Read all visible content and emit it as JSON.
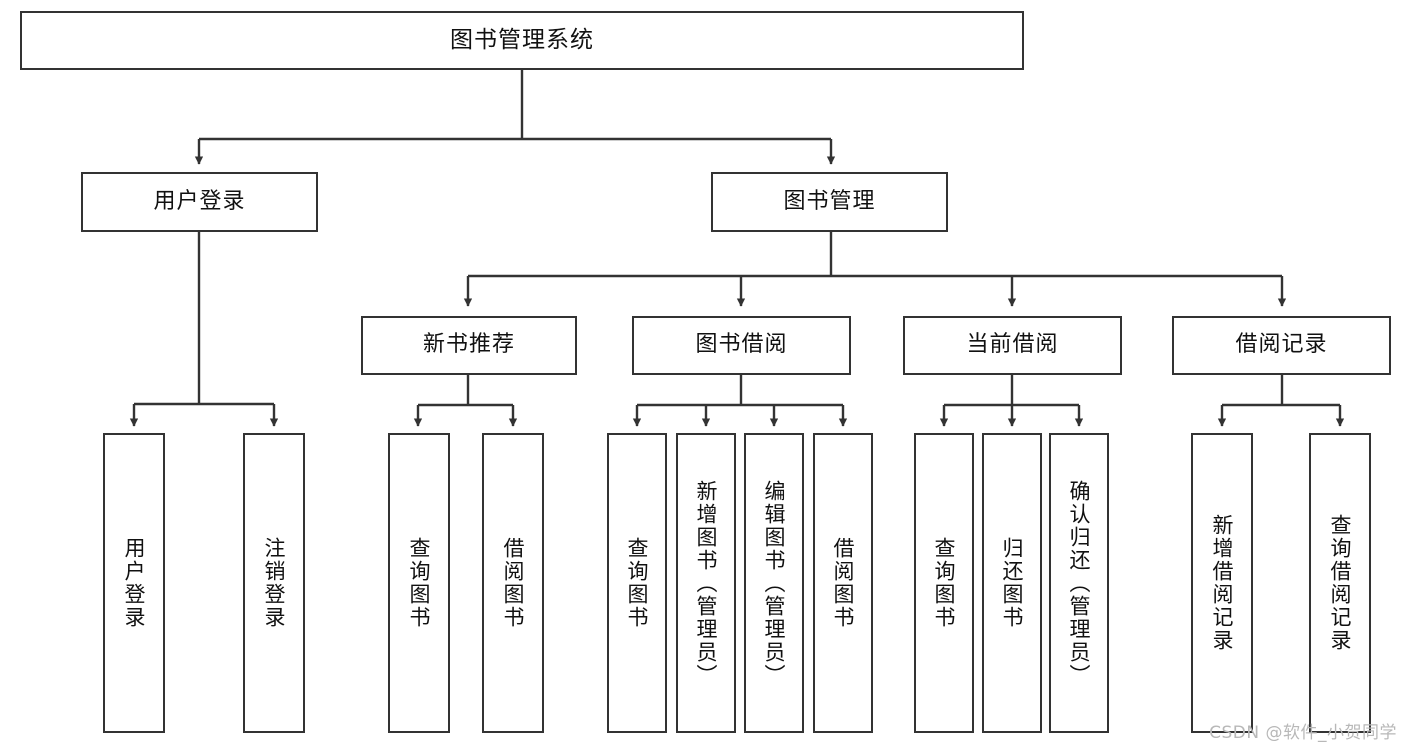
{
  "diagram": {
    "type": "tree-hierarchy",
    "title": "图书管理系统",
    "watermark": "CSDN @软件_小贺同学",
    "colors": {
      "node_border": "#333333",
      "node_fill": "#ffffff",
      "edge": "#333333",
      "text": "#111111",
      "watermark": "#b8b8b8",
      "background": "#ffffff"
    },
    "nodes": {
      "root": {
        "label": "图书管理系统"
      },
      "level2": [
        {
          "id": "user-login",
          "label": "用户登录"
        },
        {
          "id": "book-manage",
          "label": "图书管理"
        }
      ],
      "level3": [
        {
          "id": "new-book-rec",
          "label": "新书推荐"
        },
        {
          "id": "book-borrow",
          "label": "图书借阅"
        },
        {
          "id": "current-borrow",
          "label": "当前借阅"
        },
        {
          "id": "borrow-record",
          "label": "借阅记录"
        }
      ],
      "leaves": {
        "user_login": [
          {
            "id": "leaf-user-login",
            "label": "用户登录"
          },
          {
            "id": "leaf-logout",
            "label": "注销登录"
          }
        ],
        "new_book_rec": [
          {
            "id": "leaf-query-book-1",
            "label": "查询图书"
          },
          {
            "id": "leaf-borrow-book-1",
            "label": "借阅图书"
          }
        ],
        "book_borrow": [
          {
            "id": "leaf-query-book-2",
            "label": "查询图书"
          },
          {
            "id": "leaf-add-book",
            "label": "新增图书（管理员）"
          },
          {
            "id": "leaf-edit-book",
            "label": "编辑图书（管理员）"
          },
          {
            "id": "leaf-borrow-book-2",
            "label": "借阅图书"
          }
        ],
        "current_borrow": [
          {
            "id": "leaf-query-book-3",
            "label": "查询图书"
          },
          {
            "id": "leaf-return-book",
            "label": "归还图书"
          },
          {
            "id": "leaf-confirm-return",
            "label": "确认归还（管理员）"
          }
        ],
        "borrow_record": [
          {
            "id": "leaf-add-record",
            "label": "新增借阅记录"
          },
          {
            "id": "leaf-query-record",
            "label": "查询借阅记录"
          }
        ]
      }
    }
  }
}
